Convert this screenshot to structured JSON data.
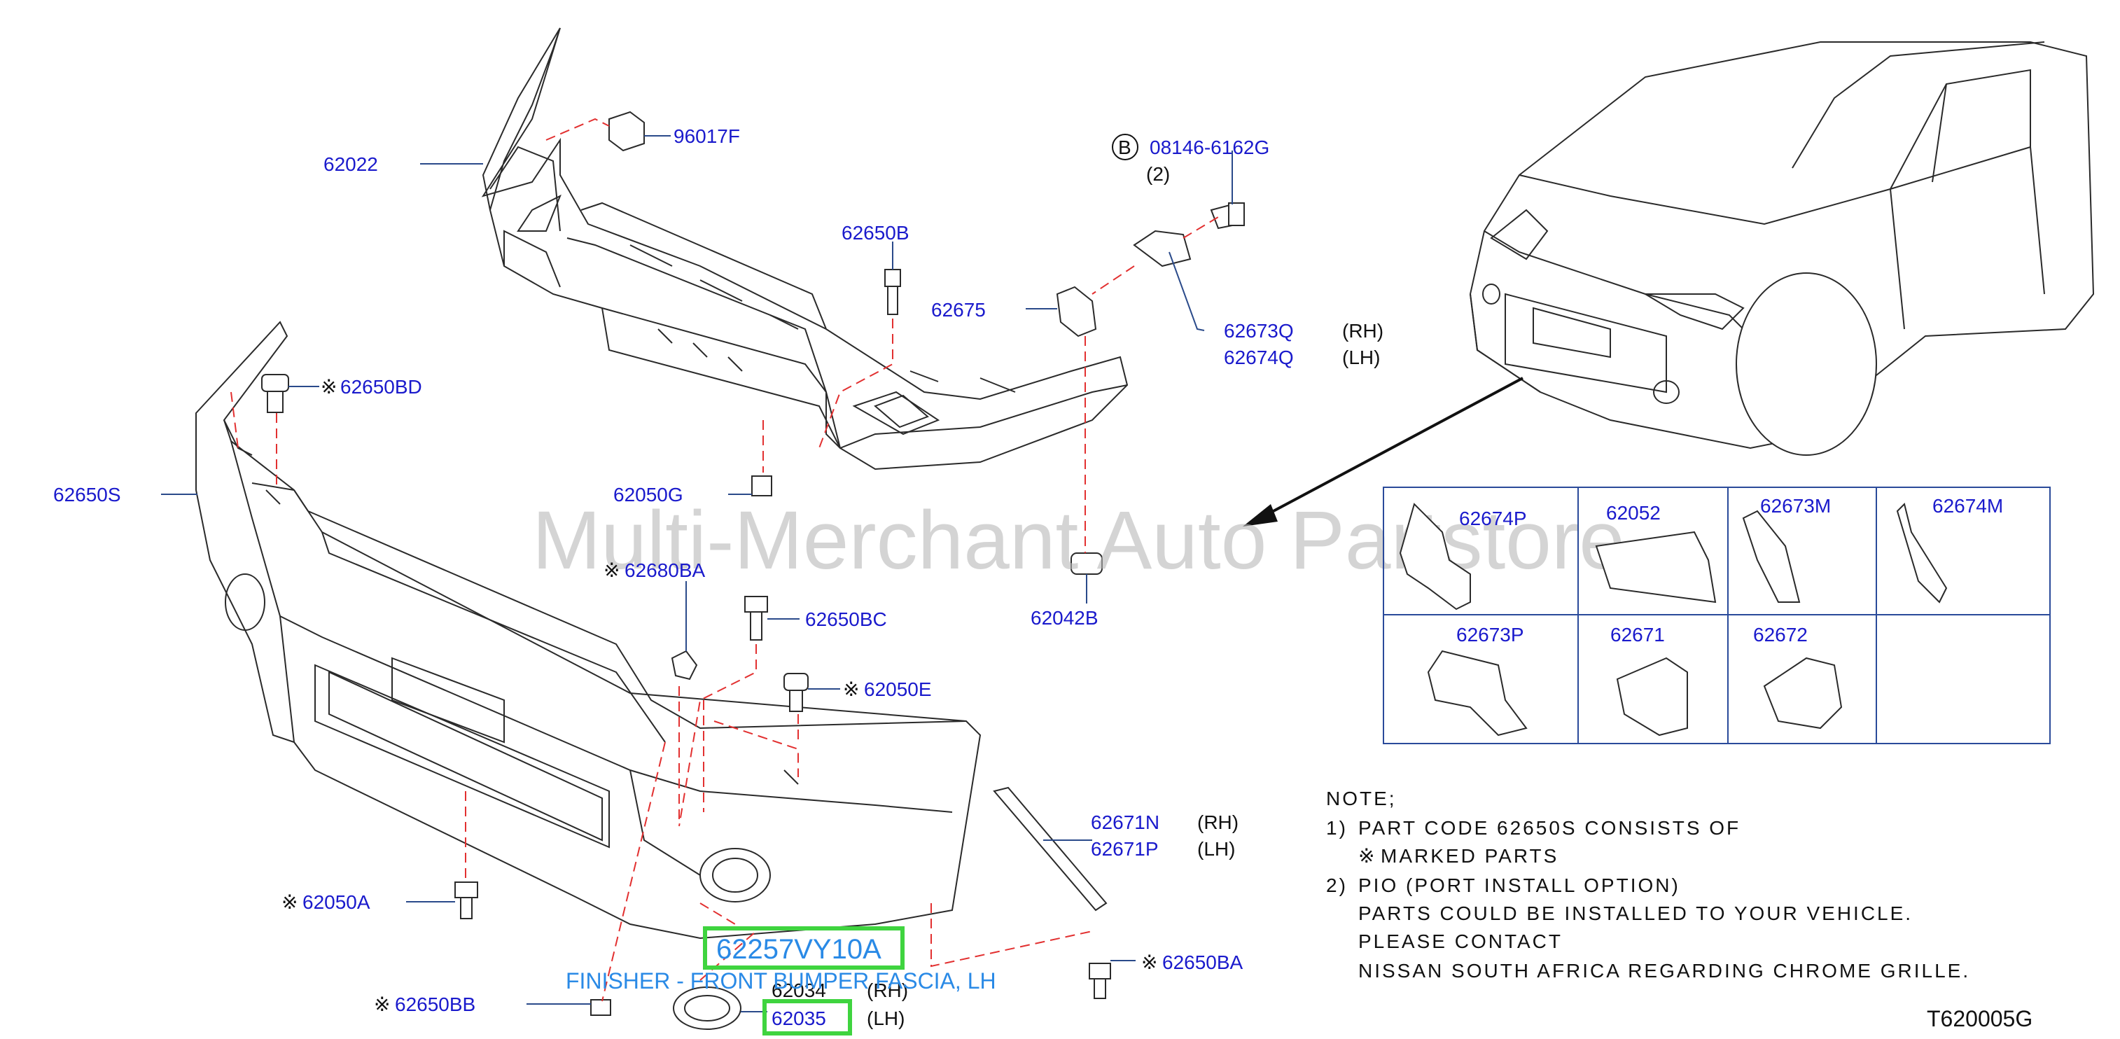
{
  "labels": {
    "p96017F": "96017F",
    "p62022": "62022",
    "p08146": "08146-6162G",
    "bolt_marker": "B",
    "qty2": "(2)",
    "p62650B": "62650B",
    "p62675": "62675",
    "p62673Q": "62673Q",
    "p62674Q": "62674Q",
    "rh": "(RH)",
    "lh": "(LH)",
    "p62650BD": "62650BD",
    "p62650S": "62650S",
    "p62050G": "62050G",
    "p62042B": "62042B",
    "p62680BA": "62680BA",
    "p62650BC": "62650BC",
    "p62050E": "62050E",
    "p62671N": "62671N",
    "p62671P": "62671P",
    "p62050A": "62050A",
    "p62650BA": "62650BA",
    "p62650BB": "62650BB",
    "p62034": "62034",
    "p62035": "62035",
    "mark": "※",
    "diagram_code": "T620005G"
  },
  "inset_grid": {
    "row1": [
      "62674P",
      "62052",
      "62673M",
      "62674M"
    ],
    "row2": [
      "62673P",
      "62671",
      "62672",
      ""
    ]
  },
  "notes": {
    "title": "NOTE;",
    "n1_num": "1)",
    "n1_line1": "PART  CODE  62650S  CONSISTS  OF",
    "n1_line2": "MARKED  PARTS",
    "n2_num": "2)",
    "n2_line1": "PIO  (PORT  INSTALL  OPTION)",
    "n2_line2": "PARTS  COULD  BE  INSTALLED  TO  YOUR  VEHICLE.",
    "n2_line3": "PLEASE  CONTACT",
    "n2_line4": "NISSAN  SOUTH  AFRICA  REGARDING  CHROME  GRILLE."
  },
  "highlight": {
    "part_number": "62257VY10A",
    "description": "FINISHER - FRONT BUMPER FASCIA, LH",
    "box_color": "#3fd43f",
    "text_color": "#2a8ae6"
  },
  "watermark": "Multi-Merchant Auto Partstore",
  "colors": {
    "part_label": "#1a1acc",
    "hidden_line": "#e23030",
    "leader": "#2a4a8a"
  }
}
